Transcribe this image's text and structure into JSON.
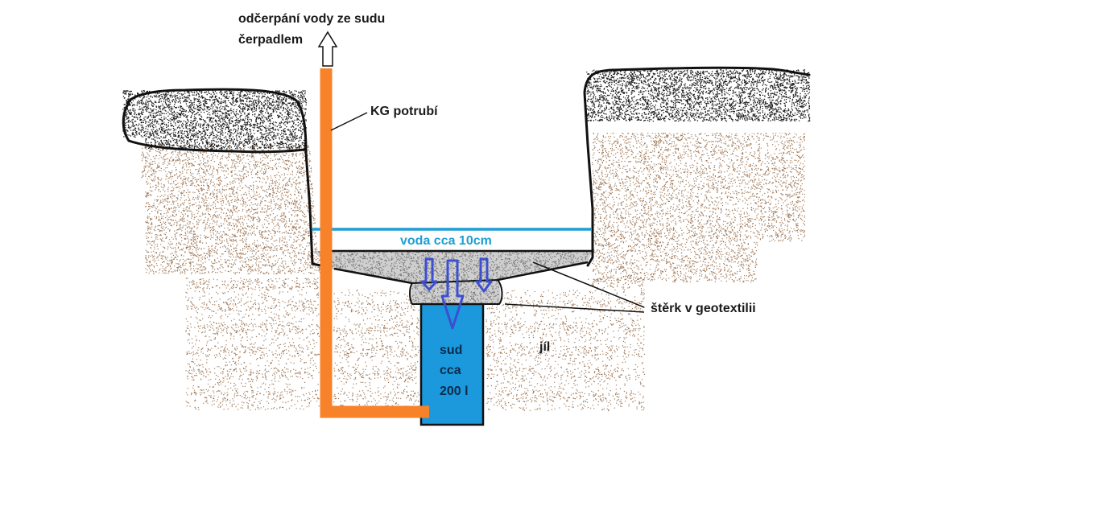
{
  "labels": {
    "pump_line1": "odčerpání vody ze sudu",
    "pump_line2": "čerpadlem",
    "pipe": "KG potrubí",
    "water": "voda cca 10cm",
    "gravel": "štěrk v geotextilii",
    "clay": "jíl",
    "barrel_1": "sud",
    "barrel_2": "cca",
    "barrel_3": "200 l"
  },
  "colors": {
    "pipe": "#f7822a",
    "water_line": "#1d9fd6",
    "barrel": "#1b99dc",
    "flow_arrows": "#3b4fd0",
    "soil": "#a07a5a",
    "topsoil": "#1a1a1a",
    "gravel": "#9a9a9a",
    "outline": "#111111"
  },
  "icons": {
    "pump_out": "arrow-up-icon",
    "infiltration": "arrow-down-icon"
  }
}
